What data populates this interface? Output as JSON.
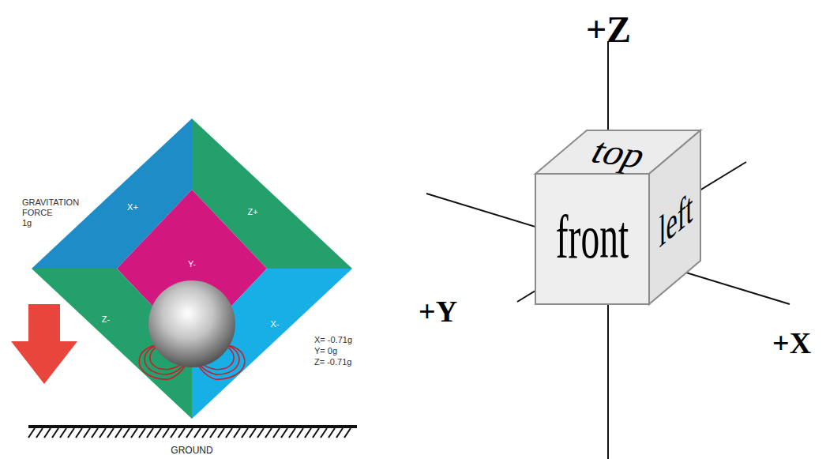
{
  "diagram": {
    "nodes": [
      {
        "text": [
          "X+"
        ]
      },
      {
        "text": [
          "Z+"
        ]
      },
      {
        "text": [
          "Y-"
        ]
      },
      {
        "text": [
          "Z-"
        ]
      },
      {
        "text": [
          "X-"
        ]
      },
      {
        "text": [
          "top"
        ]
      },
      {
        "text": [
          "front"
        ]
      },
      {
        "text": [
          "left"
        ]
      }
    ],
    "labels": [
      "GRAVITATION FORCE 1g",
      "X= -0.71g",
      "Y= 0g",
      "Z= -0.71g",
      "GROUND",
      "+Z",
      "+Y",
      "+X"
    ]
  }
}
